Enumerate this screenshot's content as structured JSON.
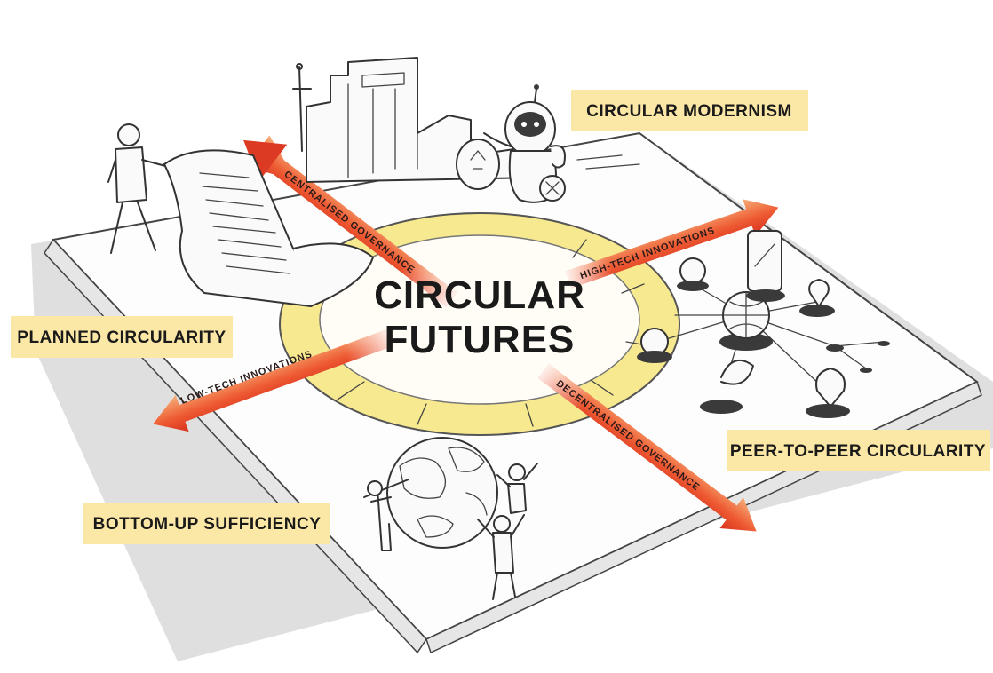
{
  "title": {
    "line1": "CIRCULAR",
    "line2": "FUTURES"
  },
  "quadrants": {
    "top_right": "CIRCULAR MODERNISM",
    "top_left": "PLANNED CIRCULARITY",
    "bottom_right": "PEER-TO-PEER CIRCULARITY",
    "bottom_left": "BOTTOM-UP SUFFICIENCY"
  },
  "axes": {
    "centralised": "CENTRALISED GOVERNANCE",
    "decentralised": "DECENTRALISED GOVERNANCE",
    "high_tech": "HIGH-TECH INNOVATIONS",
    "low_tech": "LOW-TECH INNOVATIONS"
  },
  "colors": {
    "label_background": "#fbe7a6",
    "arrow_red": "#e8402a",
    "arrow_orange": "#f7a35c",
    "ring_yellow": "#f8eda0"
  },
  "icons": {
    "figure_planner": "man-with-scroll-icon",
    "figure_robot": "robot-icon",
    "figure_globe": "globe-with-people-icon",
    "figure_network": "network-icon"
  }
}
